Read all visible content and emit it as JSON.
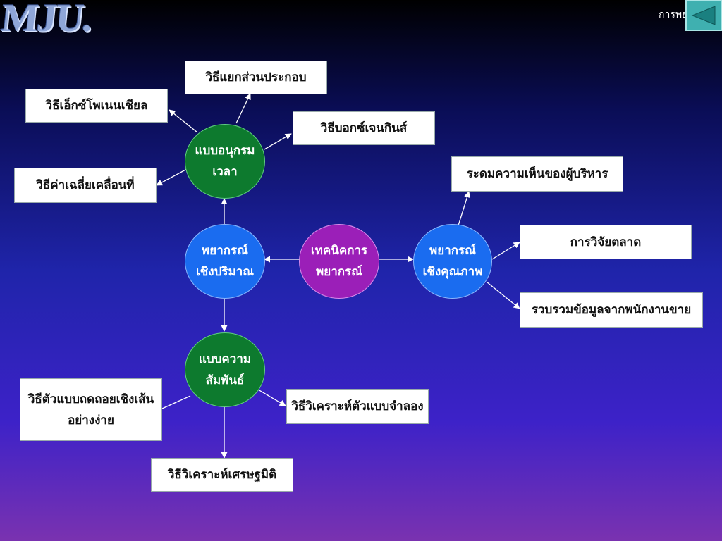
{
  "header": {
    "logo": "MJU.",
    "title": "การพยากรณ์"
  },
  "colors": {
    "blue_circle": "#1a6cf0",
    "green_circle": "#0d7a2e",
    "purple_circle": "#9b1fb8",
    "line": "#ffffff"
  },
  "circles": {
    "center": "เทคนิคการ\nพยากรณ์",
    "quantitative": "พยากรณ์\nเชิงปริมาณ",
    "qualitative": "พยากรณ์\nเชิงคุณภาพ",
    "time_series": "แบบอนุกรม\nเวลา",
    "causal": "แบบความ\nสัมพันธ์"
  },
  "boxes": {
    "decomposition": "วิธีแยกส่วนประกอบ",
    "exponential": "วิธีเอ็กซ์โพเนนเชียล",
    "box_jenkins": "วิธีบอกซ์เจนกินส์",
    "moving_average": "วิธีค่าเฉลี่ยเคลื่อนที่",
    "executive_opinion": "ระดมความเห็นของผู้บริหาร",
    "market_research": "การวิจัยตลาด",
    "sales_force": "รวบรวมข้อมูลจากพนักงานขาย",
    "simple_regression": "วิธีตัวแบบถดถอยเชิงเส้น\nอย่างง่าย",
    "simulation": "วิธีวิเคราะห์ตัวแบบจำลอง",
    "econometric": "วิธีวิเคราะห์เศรษฐมิติ"
  }
}
